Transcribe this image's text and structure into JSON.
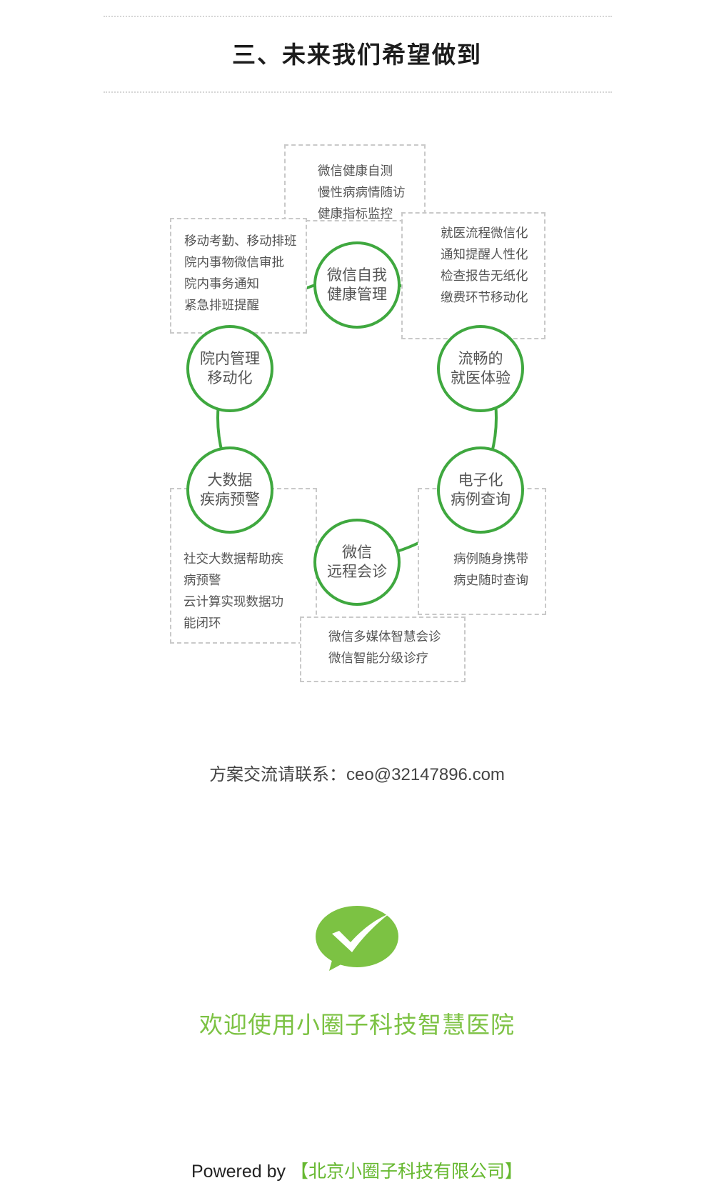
{
  "page": {
    "title": "三、未来我们希望做到"
  },
  "diagram": {
    "ring_color": "#3fa83f",
    "nodes": [
      {
        "line1": "微信自我",
        "line2": "健康管理"
      },
      {
        "line1": "流畅的",
        "line2": "就医体验"
      },
      {
        "line1": "电子化",
        "line2": "病例查询"
      },
      {
        "line1": "微信",
        "line2": "远程会诊"
      },
      {
        "line1": "大数据",
        "line2": "疾病预警"
      },
      {
        "line1": "院内管理",
        "line2": "移动化"
      }
    ],
    "boxes": {
      "top": [
        "微信健康自测",
        "慢性病病情随访",
        "健康指标监控"
      ],
      "top_right": [
        "就医流程微信化",
        "通知提醒人性化",
        "检查报告无纸化",
        "缴费环节移动化"
      ],
      "top_left": [
        "移动考勤、移动排班",
        "院内事物微信审批",
        "院内事务通知",
        "紧急排班提醒"
      ],
      "bottom_right": [
        "病例随身携带",
        "病史随时查询"
      ],
      "bottom_left": [
        "社交大数据帮助疾",
        "病预警",
        "云计算实现数据功",
        "能闭环"
      ],
      "bottom": [
        "微信多媒体智慧会诊",
        "微信智能分级诊疗"
      ]
    }
  },
  "contact": {
    "text": "方案交流请联系：ceo@32147896.com"
  },
  "logo": {
    "icon": "wechat-icon",
    "color": "#7cc243"
  },
  "welcome": {
    "text": "欢迎使用小圈子科技智慧医院"
  },
  "footer": {
    "powered_label": "Powered by ",
    "company": "【北京小圈子科技有限公司】"
  }
}
